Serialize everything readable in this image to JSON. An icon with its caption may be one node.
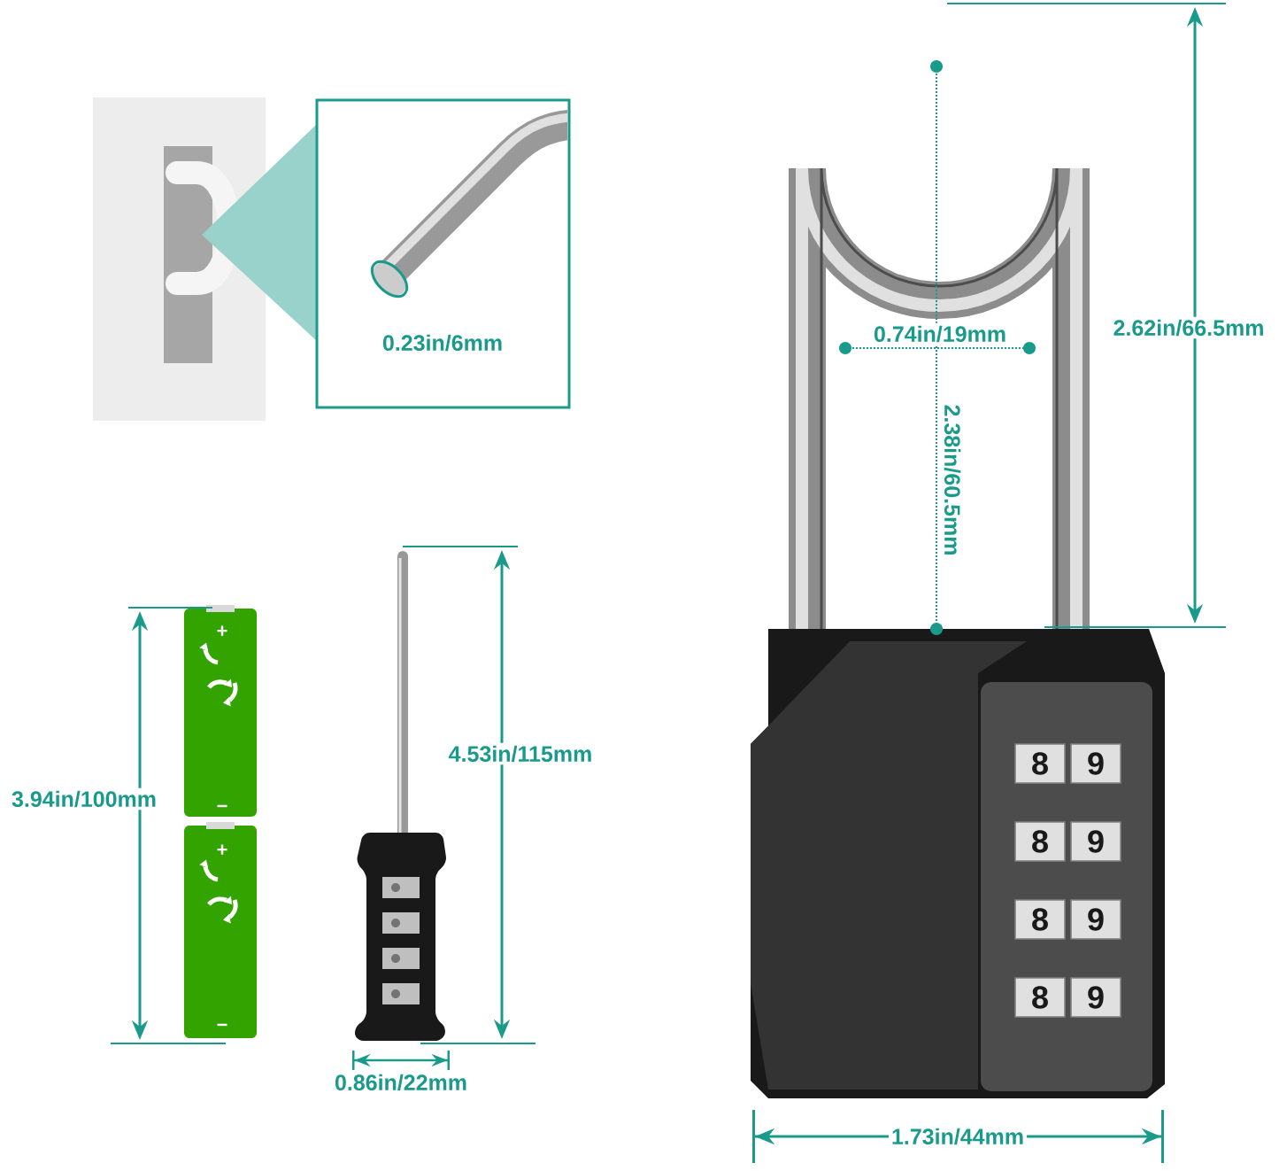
{
  "diagram": {
    "labels": [
      "0.23in/6mm",
      "0.74in/19mm",
      "2.62in/66.5mm",
      "2.38in/60.5mm",
      "+",
      "4.53in/115mm",
      "3.94in/100mm",
      "−",
      "+",
      "8",
      "9",
      "8",
      "9",
      "8",
      "9",
      "8",
      "9",
      "−",
      "0.86in/22mm",
      "1.73in/44mm"
    ]
  }
}
